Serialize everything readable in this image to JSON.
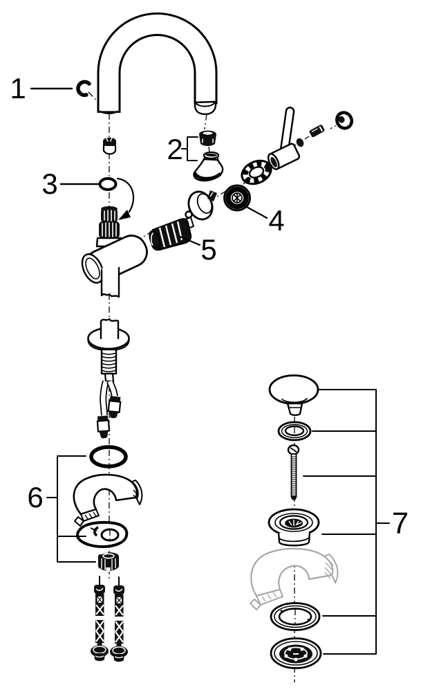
{
  "diagram": {
    "background": "#ffffff",
    "line_color": "#000000",
    "ghost_color": "#a6a6a6",
    "labels": [
      {
        "text": "1",
        "part": "spout-retaining-clip"
      },
      {
        "text": "2",
        "part": "mousseur-and-spout-outlet"
      },
      {
        "text": "3",
        "part": "o-ring"
      },
      {
        "text": "4",
        "part": "cap-ring"
      },
      {
        "text": "5",
        "part": "cartridge"
      },
      {
        "text": "6",
        "part": "fastening-set"
      },
      {
        "text": "7",
        "part": "waste-set"
      }
    ]
  }
}
